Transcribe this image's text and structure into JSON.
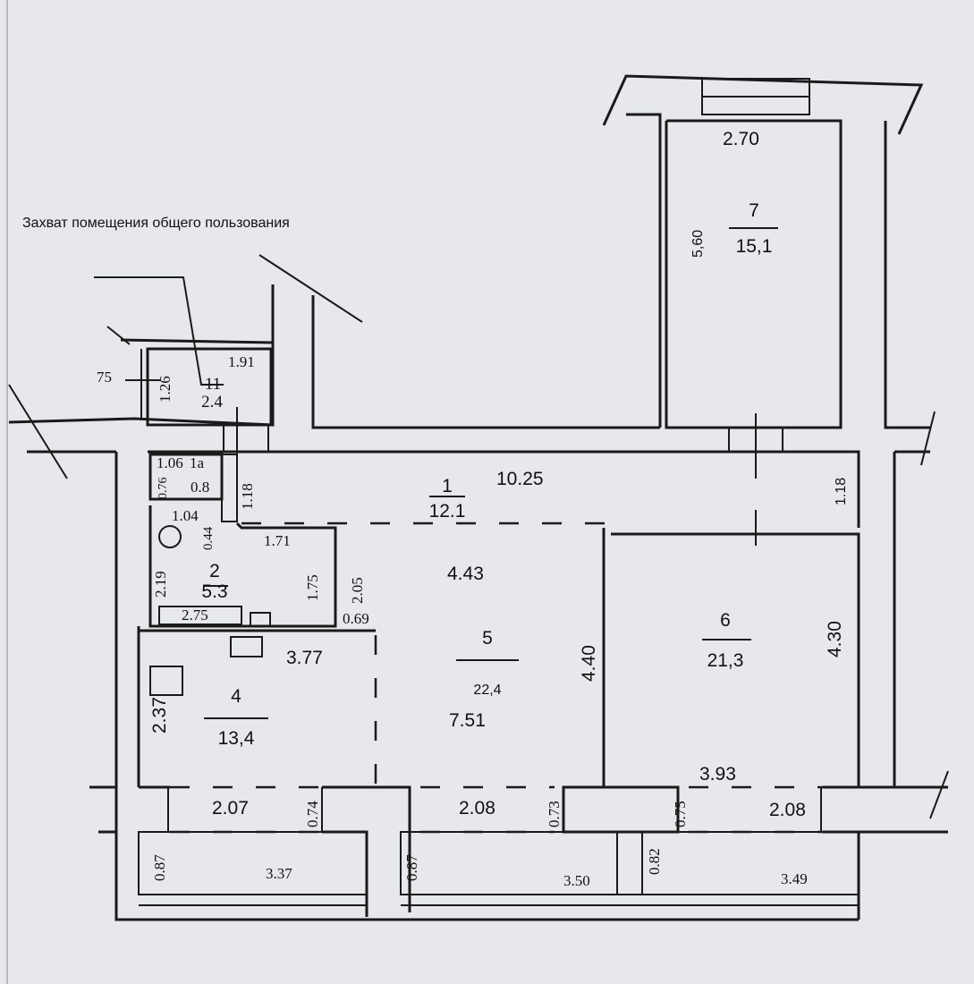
{
  "caption": "Захват помещения общего пользования",
  "rooms": [
    {
      "id": "1",
      "area": "12.1"
    },
    {
      "id": "1a",
      "area": "0.8"
    },
    {
      "id": "2",
      "area": "5.3"
    },
    {
      "id": "4",
      "area": "13,4"
    },
    {
      "id": "5",
      "area": "22,4"
    },
    {
      "id": "6",
      "area": "21,3"
    },
    {
      "id": "7",
      "area": "15,1"
    },
    {
      "id": "11",
      "area": "2.4"
    }
  ],
  "dimensions": {
    "r7_width": "2.70",
    "r7_length": "5,60",
    "r11_width": "1.91",
    "r11_side": "1.26",
    "r11_ext": "75",
    "r1_length": "10.25",
    "r1_width": "1.18",
    "r1_right": "1.18",
    "r1a_w": "1.06",
    "r1a_h": "0.76",
    "r2_top": "1.04",
    "r2_niche": "0.44",
    "r2_right_top": "1.71",
    "r2_left": "2.19",
    "r2_right": "1.75",
    "r2_bath": "2.75",
    "door_h": "2.05",
    "door_w": "0.69",
    "r5_top": "4.43",
    "r5_length": "7.51",
    "r5_side": "4.40",
    "r6_side": "4.30",
    "r6_bottom": "3.93",
    "r4_top": "3.77",
    "r4_side": "2.37",
    "loggia1_w": "2.07",
    "loggia1_d": "0.74",
    "loggia2_w": "2.08",
    "loggia2_d": "0.73",
    "loggia3_d": "0.75",
    "loggia3_w": "2.08",
    "balc1_d": "0.87",
    "balc1_w": "3.37",
    "balc2_d": "0.87",
    "balc2_w": "3.50",
    "balc3_d": "0.82",
    "balc3_w": "3.49"
  }
}
